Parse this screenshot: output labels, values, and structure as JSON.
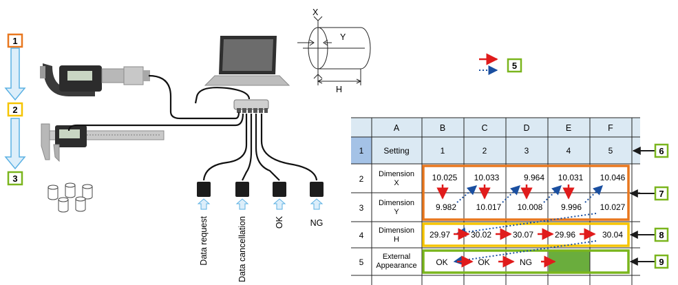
{
  "steps": [
    "1",
    "2",
    "3"
  ],
  "colors": {
    "orange": "#e8771e",
    "yellow": "#f5c400",
    "green": "#7ab51d",
    "red_arrow": "#e01b1b",
    "blue_arrow": "#1a4fa0",
    "header_fill": "#dbe9f3",
    "selected_cell": "#a4c2e6",
    "flow_arrow": "#5ab0e3",
    "filled_cell": "#6aad3d"
  },
  "workpiece": {
    "axis_x": "X",
    "axis_y": "Y",
    "axis_h": "H"
  },
  "legend": {
    "badge": "5"
  },
  "buttons": [
    "Data request",
    "Data cancellation",
    "OK",
    "NG"
  ],
  "table": {
    "columns": [
      "",
      "A",
      "B",
      "C",
      "D",
      "E",
      "F"
    ],
    "rows": [
      {
        "num": "1",
        "label": "Setting",
        "values": [
          "1",
          "2",
          "3",
          "4",
          "5"
        ]
      },
      {
        "num": "2",
        "label": "Dimension X",
        "values": [
          "10.025",
          "10.033",
          "9.964",
          "10.031",
          "10.046"
        ]
      },
      {
        "num": "3",
        "label": "Dimension Y",
        "values": [
          "9.982",
          "10.017",
          "10.008",
          "9.996",
          "10.027"
        ]
      },
      {
        "num": "4",
        "label": "Dimension H",
        "values": [
          "29.97",
          "30.02",
          "30.07",
          "29.96",
          "30.04"
        ]
      },
      {
        "num": "5",
        "label": "External Appearance",
        "values": [
          "OK",
          "OK",
          "NG",
          "",
          ""
        ]
      }
    ]
  },
  "callouts": [
    "6",
    "7",
    "8",
    "9"
  ]
}
